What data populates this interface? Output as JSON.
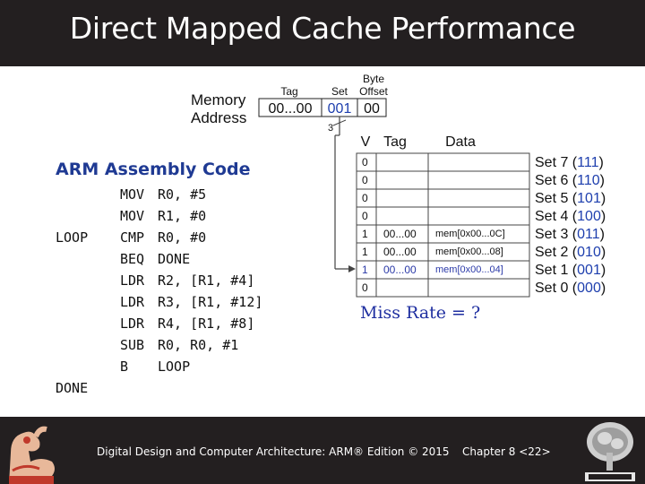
{
  "slide": {
    "title": "Direct Mapped Cache Performance"
  },
  "address": {
    "label_line1": "Memory",
    "label_line2": "Address",
    "tag_header": "Tag",
    "set_header": "Set",
    "byte_offset_line1": "Byte",
    "byte_offset_line2": "Offset",
    "tag_value": "00...00",
    "set_value": "001",
    "offset_value": "00",
    "set_bits": "3"
  },
  "cache": {
    "col_v": "V",
    "col_tag": "Tag",
    "col_data": "Data",
    "rows": [
      {
        "v": "0",
        "tag": "",
        "data": "",
        "set_label": "Set 7 (",
        "set_bits": "111",
        "set_close": ")"
      },
      {
        "v": "0",
        "tag": "",
        "data": "",
        "set_label": "Set 6 (",
        "set_bits": "110",
        "set_close": ")"
      },
      {
        "v": "0",
        "tag": "",
        "data": "",
        "set_label": "Set 5 (",
        "set_bits": "101",
        "set_close": ")"
      },
      {
        "v": "0",
        "tag": "",
        "data": "",
        "set_label": "Set 4 (",
        "set_bits": "100",
        "set_close": ")"
      },
      {
        "v": "1",
        "tag": "00...00",
        "data": "mem[0x00...0C]",
        "set_label": "Set 3 (",
        "set_bits": "011",
        "set_close": ")"
      },
      {
        "v": "1",
        "tag": "00...00",
        "data": "mem[0x00...08]",
        "set_label": "Set 2 (",
        "set_bits": "010",
        "set_close": ")"
      },
      {
        "v": "1",
        "tag": "00...00",
        "data": "mem[0x00...04]",
        "set_label": "Set 1 (",
        "set_bits": "001",
        "set_close": ")"
      },
      {
        "v": "0",
        "tag": "",
        "data": "",
        "set_label": "Set 0 (",
        "set_bits": "000",
        "set_close": ")"
      }
    ]
  },
  "assembly": {
    "title": "ARM Assembly Code",
    "lines": [
      {
        "label": "",
        "op": "MOV",
        "args": "R0, #5"
      },
      {
        "label": "",
        "op": "MOV",
        "args": "R1, #0"
      },
      {
        "label": "LOOP",
        "op": "CMP",
        "args": "R0, #0"
      },
      {
        "label": "",
        "op": "BEQ",
        "args": "DONE"
      },
      {
        "label": "",
        "op": "LDR",
        "args": "R2, [R1, #4]"
      },
      {
        "label": "",
        "op": "LDR",
        "args": "R3, [R1, #12]"
      },
      {
        "label": "",
        "op": "LDR",
        "args": "R4, [R1, #8]"
      },
      {
        "label": "",
        "op": "SUB",
        "args": "R0, R0, #1"
      },
      {
        "label": "",
        "op": "B",
        "args": "LOOP"
      },
      {
        "label": "DONE",
        "op": "",
        "args": ""
      }
    ]
  },
  "miss_rate": "Miss Rate = ?",
  "footer": {
    "book": "Digital Design and Computer Architecture: ARM® Edition © 2015",
    "chapter": "Chapter 8 <22>"
  },
  "colors": {
    "bar": "#231f20",
    "heading_blue": "#1f3a93",
    "set_bits_blue": "#1e3fae",
    "highlight_row": "#2b3aa8"
  }
}
